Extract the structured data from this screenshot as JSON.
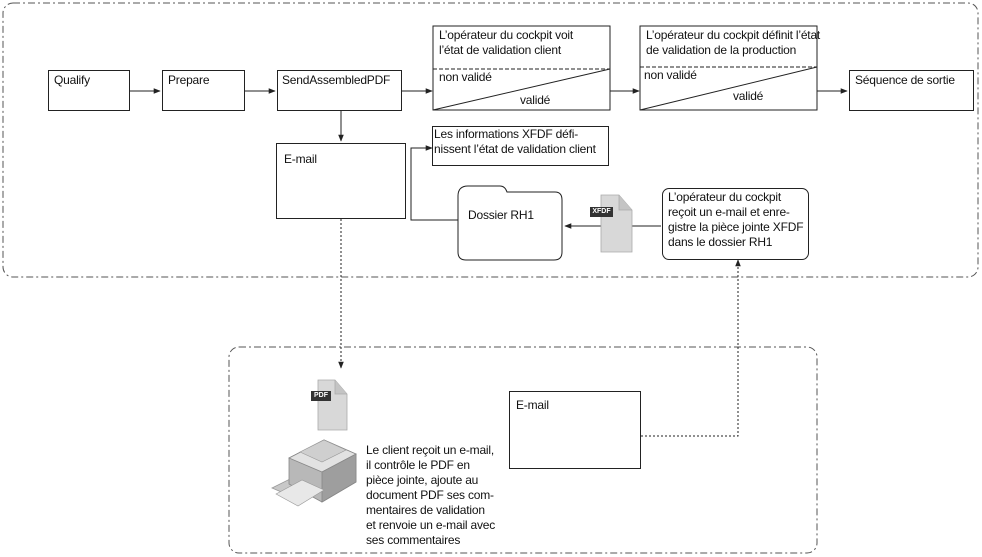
{
  "process": {
    "qualify": "Qualify",
    "prepare": "Prepare",
    "send_assembled_pdf": "SendAssembledPDF",
    "output_sequence": "Séquence de sortie"
  },
  "decision_client": {
    "title": "L’opérateur du cockpit voit\nl’état de validation client",
    "not_validated": "non validé",
    "validated": "validé"
  },
  "decision_production": {
    "title": "L’opérateur du cockpit définit l’état\nde validation de la production",
    "not_validated": "non validé",
    "validated": "validé"
  },
  "notes": {
    "xfdf_info": "Les informations XFDF défi-\nnissent l’état de validation client",
    "operator_email": "L’opérateur du cockpit\nreçoit un e-mail et enre-\ngistre la pièce jointe XFDF\ndans le dossier RH1",
    "client_action": "Le client reçoit un e-mail,\nil contrôle le PDF en\npièce jointe, ajoute au\ndocument PDF ses com-\nmentaires de validation\net renvoie un e-mail avec\nses commentaires"
  },
  "email_box": {
    "label": "E-mail"
  },
  "folder": {
    "label": "Dossier RH1"
  },
  "client_email": {
    "label": "E-mail"
  },
  "file_tags": {
    "xfdf": "XFDF",
    "pdf": "PDF"
  },
  "colors": {
    "line": "#222222",
    "group_border": "#555555",
    "doc_fill": "#d8d8d8",
    "tag_fill": "#333333"
  }
}
